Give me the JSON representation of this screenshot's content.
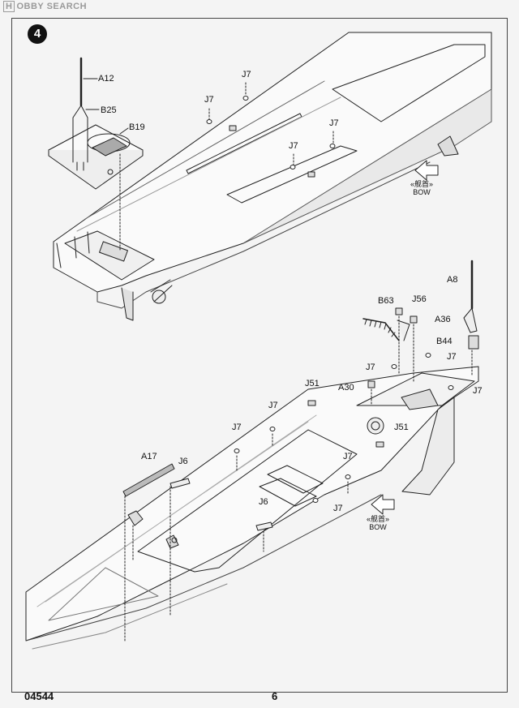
{
  "watermark": {
    "box": "H",
    "rest": "OBBY SEARCH"
  },
  "step": {
    "number": "4"
  },
  "labels": {
    "a12": "A12",
    "b25": "B25",
    "b19": "B19",
    "j7_top_1": "J7",
    "j7_top_2": "J7",
    "j7_top_3": "J7",
    "j7_top_4": "J7",
    "a8": "A8",
    "b63": "B63",
    "j56": "J56",
    "a36": "A36",
    "b44": "B44",
    "j7_right_1": "J7",
    "j7_right_2": "J7",
    "j7_right_3": "J7",
    "a30": "A30",
    "j51_1": "J51",
    "j51_2": "J51",
    "j7_mid_1": "J7",
    "j7_mid_2": "J7",
    "j7_mid_3": "J7",
    "j7_mid_4": "J7",
    "a17": "A17",
    "j6_1": "J6",
    "j6_2": "J6"
  },
  "bow_markers": {
    "top": {
      "cn": "«舰首»",
      "en": "BOW"
    },
    "bottom": {
      "cn": "«舰首»",
      "en": "BOW"
    }
  },
  "footer": {
    "product_code": "04544",
    "page_number": "6"
  }
}
